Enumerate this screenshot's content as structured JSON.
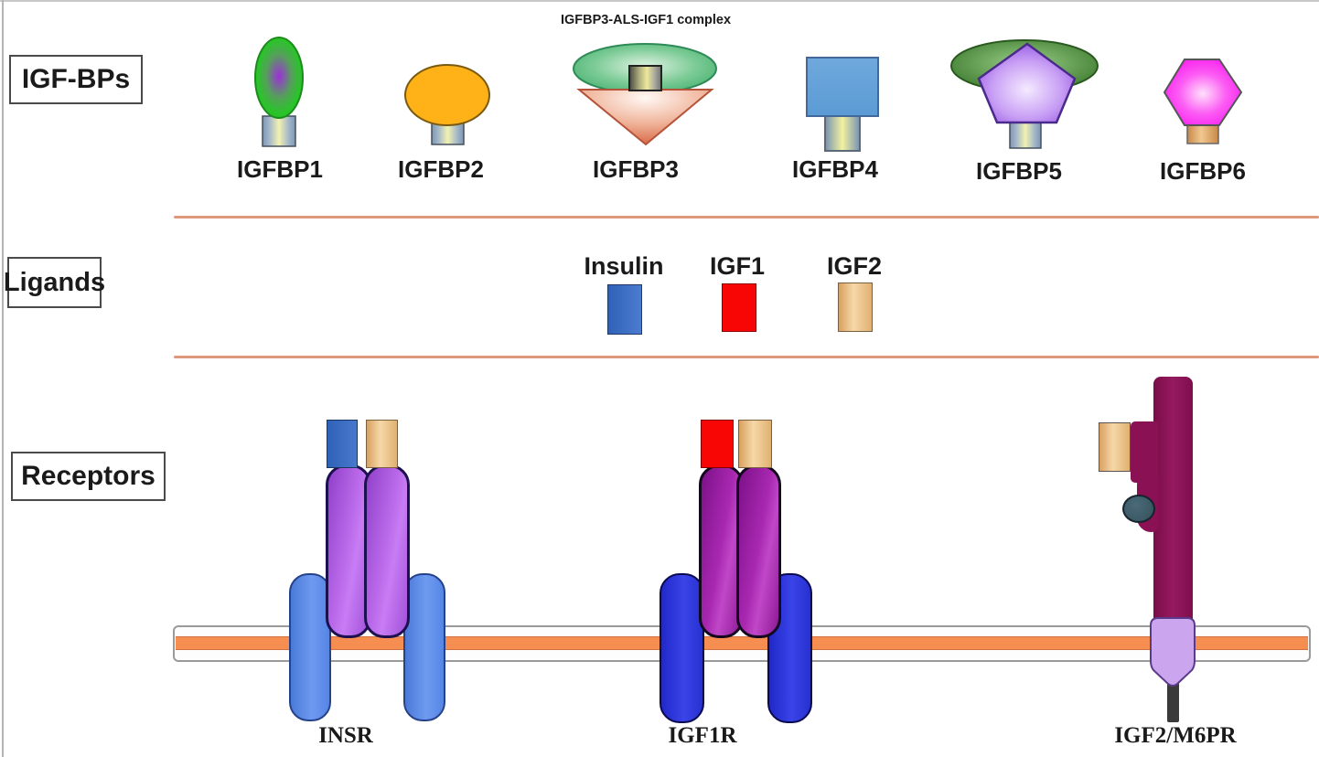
{
  "igfbps": {
    "box_label": "IGF-BPs",
    "complex_title": "IGFBP3-ALS-IGF1 complex",
    "items": [
      {
        "label": "IGFBP1",
        "shape": "green-ellipse-purple-core-on-stalk"
      },
      {
        "label": "IGFBP2",
        "shape": "amber-ellipse-on-stalk"
      },
      {
        "label": "IGFBP3",
        "shape": "green-dome-over-red-cone-with-cylinder"
      },
      {
        "label": "IGFBP4",
        "shape": "blue-square-on-stalk"
      },
      {
        "label": "IGFBP5",
        "shape": "purple-pentagon-with-green-disc-on-stalk"
      },
      {
        "label": "IGFBP6",
        "shape": "magenta-hexagon-on-tan-stalk"
      }
    ]
  },
  "ligands": {
    "box_label": "Ligands",
    "items": [
      {
        "label": "Insulin",
        "color": "#3a6fc4"
      },
      {
        "label": "IGF1",
        "color": "#f80506"
      },
      {
        "label": "IGF2",
        "color": "#f2cd9f"
      }
    ]
  },
  "receptors": {
    "box_label": "Receptors",
    "items": [
      {
        "label": "INSR",
        "bound_ligands": [
          "Insulin",
          "IGF2"
        ]
      },
      {
        "label": "IGF1R",
        "bound_ligands": [
          "IGF1",
          "IGF2"
        ]
      },
      {
        "label": "IGF2/M6PR",
        "bound_ligands": [
          "IGF2"
        ]
      }
    ]
  },
  "colors": {
    "separator_line": "#de987c",
    "membrane_band": "#fdfdfd",
    "membrane_stripe": "#f68e52",
    "insr_alpha": "#b868e8",
    "insr_beta": "#5b8be8",
    "igf1r_alpha": "#a828b0",
    "igf1r_beta": "#2b35dc",
    "igf2_m6pr_body": "#8a1154",
    "igf2_m6pr_transmembrane": "#cba6ee"
  }
}
